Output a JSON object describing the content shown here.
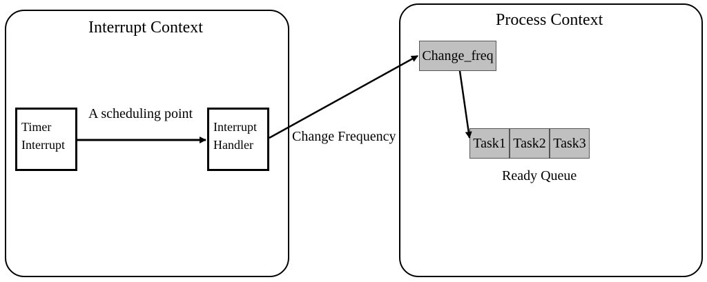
{
  "interrupt_context": {
    "title": "Interrupt Context",
    "timer_interrupt": [
      "Timer",
      "Interrupt"
    ],
    "interrupt_handler": [
      "Interrupt",
      "Handler"
    ],
    "edge_label": "A scheduling point"
  },
  "edge_change_frequency": "Change Frequency",
  "process_context": {
    "title": "Process Context",
    "change_freq": "Change_freq",
    "tasks": [
      "Task1",
      "Task2",
      "Task3"
    ],
    "ready_queue_label": "Ready Queue"
  },
  "colors": {
    "stroke": "#000000",
    "queue_fill": "#c0c0c0"
  }
}
